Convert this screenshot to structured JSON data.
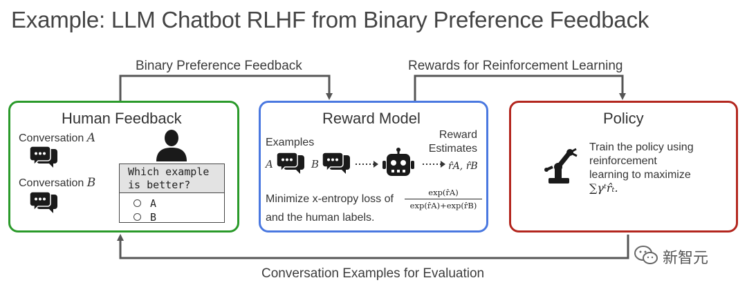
{
  "title": "Example: LLM Chatbot RLHF from Binary Preference Feedback",
  "flows": {
    "binary_feedback": "Binary Preference Feedback",
    "rewards_rl": "Rewards for Reinforcement Learning",
    "evaluation": "Conversation Examples for Evaluation"
  },
  "human_feedback": {
    "title": "Human Feedback",
    "conv_a_label": "Conversation",
    "conv_a_var": "A",
    "conv_b_label": "Conversation",
    "conv_b_var": "B",
    "question": "Which example\nis better?",
    "option_a": "A",
    "option_b": "B"
  },
  "reward_model": {
    "title": "Reward Model",
    "examples_label": "Examples",
    "var_a": "A",
    "var_b": "B",
    "estimates_label_1": "Reward",
    "estimates_label_2": "Estimates",
    "estimates_formula": "r̂A, r̂B",
    "loss_text": "Minimize x-entropy loss of",
    "loss_text_2": "and the human labels.",
    "frac_num": "exp(r̂A)",
    "frac_den": "exp(r̂A)+exp(r̂B)"
  },
  "policy": {
    "title": "Policy",
    "line1": "Train the policy using",
    "line2": "reinforcement",
    "line3": "learning to maximize",
    "formula": "∑γᵗr̂ₜ."
  },
  "watermark": "新智元",
  "colors": {
    "human_border": "#2a9a2a",
    "reward_border": "#4a78e0",
    "policy_border": "#b3261e",
    "arrow": "#555555",
    "icon": "#1a1a1a"
  }
}
